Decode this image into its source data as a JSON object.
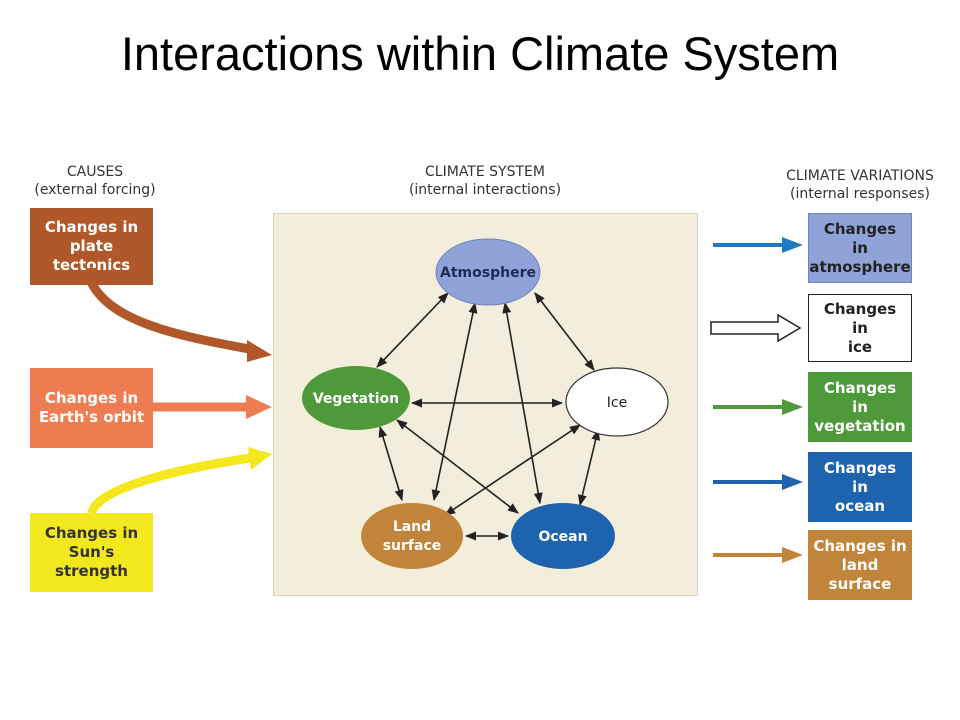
{
  "title": "Interactions within Climate System",
  "headers": {
    "causes": {
      "main": "CAUSES",
      "sub": "(external forcing)"
    },
    "system": {
      "main": "CLIMATE SYSTEM",
      "sub": "(internal interactions)"
    },
    "variations": {
      "main": "CLIMATE VARIATIONS",
      "sub": "(internal responses)"
    }
  },
  "causes": [
    {
      "lines": [
        "Changes in",
        "plate tectonics"
      ],
      "color": "#b0582a"
    },
    {
      "lines": [
        "Changes in",
        "Earth's orbit"
      ],
      "color": "#ee7d52"
    },
    {
      "lines": [
        "Changes in",
        "Sun's strength"
      ],
      "color": "#f3e71e"
    }
  ],
  "nodes": {
    "atmosphere": {
      "label": "Atmosphere",
      "color": "#8fa3d8"
    },
    "vegetation": {
      "label": "Vegetation",
      "color": "#4e9a3a"
    },
    "ice": {
      "label": "Ice",
      "color": "#ffffff"
    },
    "land": {
      "lines": [
        "Land",
        "surface"
      ],
      "color": "#c0843a"
    },
    "ocean": {
      "label": "Ocean",
      "color": "#1e63ad"
    }
  },
  "responses": [
    {
      "lines": [
        "Changes",
        "in",
        "atmosphere"
      ],
      "color": "#8fa3d8"
    },
    {
      "lines": [
        "Changes",
        "in",
        "ice"
      ],
      "color": "#ffffff"
    },
    {
      "lines": [
        "Changes",
        "in",
        "vegetation"
      ],
      "color": "#4e9a3a"
    },
    {
      "lines": [
        "Changes",
        "in",
        "ocean"
      ],
      "color": "#1e63ad"
    },
    {
      "lines": [
        "Changes in",
        "land",
        "surface"
      ],
      "color": "#c0843a"
    }
  ]
}
